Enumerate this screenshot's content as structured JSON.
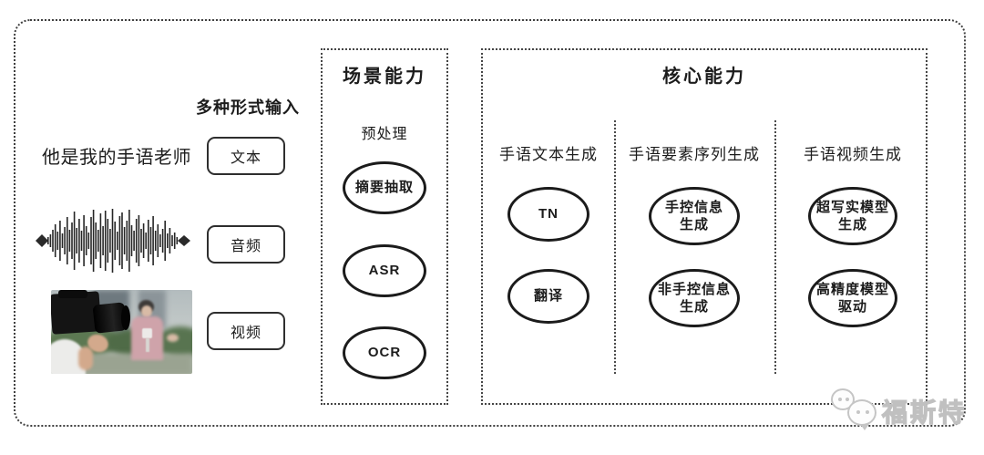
{
  "input_section": {
    "title": "多种形式输入",
    "sample_text": "他是我的手语老师",
    "buttons": [
      {
        "label": "文本"
      },
      {
        "label": "音频"
      },
      {
        "label": "视频"
      }
    ]
  },
  "scene_section": {
    "title": "场景能力",
    "stage_label": "预处理",
    "nodes": [
      {
        "label": "摘要抽取"
      },
      {
        "label": "ASR"
      },
      {
        "label": "OCR"
      }
    ]
  },
  "core_section": {
    "title": "核心能力",
    "columns": [
      {
        "header": "手语文本生成",
        "nodes": [
          {
            "line1": "TN",
            "line2": ""
          },
          {
            "line1": "翻译",
            "line2": ""
          }
        ]
      },
      {
        "header": "手语要素序列生成",
        "nodes": [
          {
            "line1": "手控信息",
            "line2": "生成"
          },
          {
            "line1": "非手控信息",
            "line2": "生成"
          }
        ]
      },
      {
        "header": "手语视频生成",
        "nodes": [
          {
            "line1": "超写实模型",
            "line2": "生成"
          },
          {
            "line1": "高精度模型",
            "line2": "驱动"
          }
        ]
      }
    ]
  },
  "watermark": {
    "text": "福斯特"
  },
  "decorations": {
    "waveform_icon": "audio-waveform",
    "photo": "reporter-interview-photo",
    "watermark_icon": "chat-bubbles-logo"
  },
  "colors": {
    "line": "#1b1b1b",
    "dotted_border": "#404040",
    "watermark_gray": "#c5c5c5",
    "background": "#ffffff"
  }
}
